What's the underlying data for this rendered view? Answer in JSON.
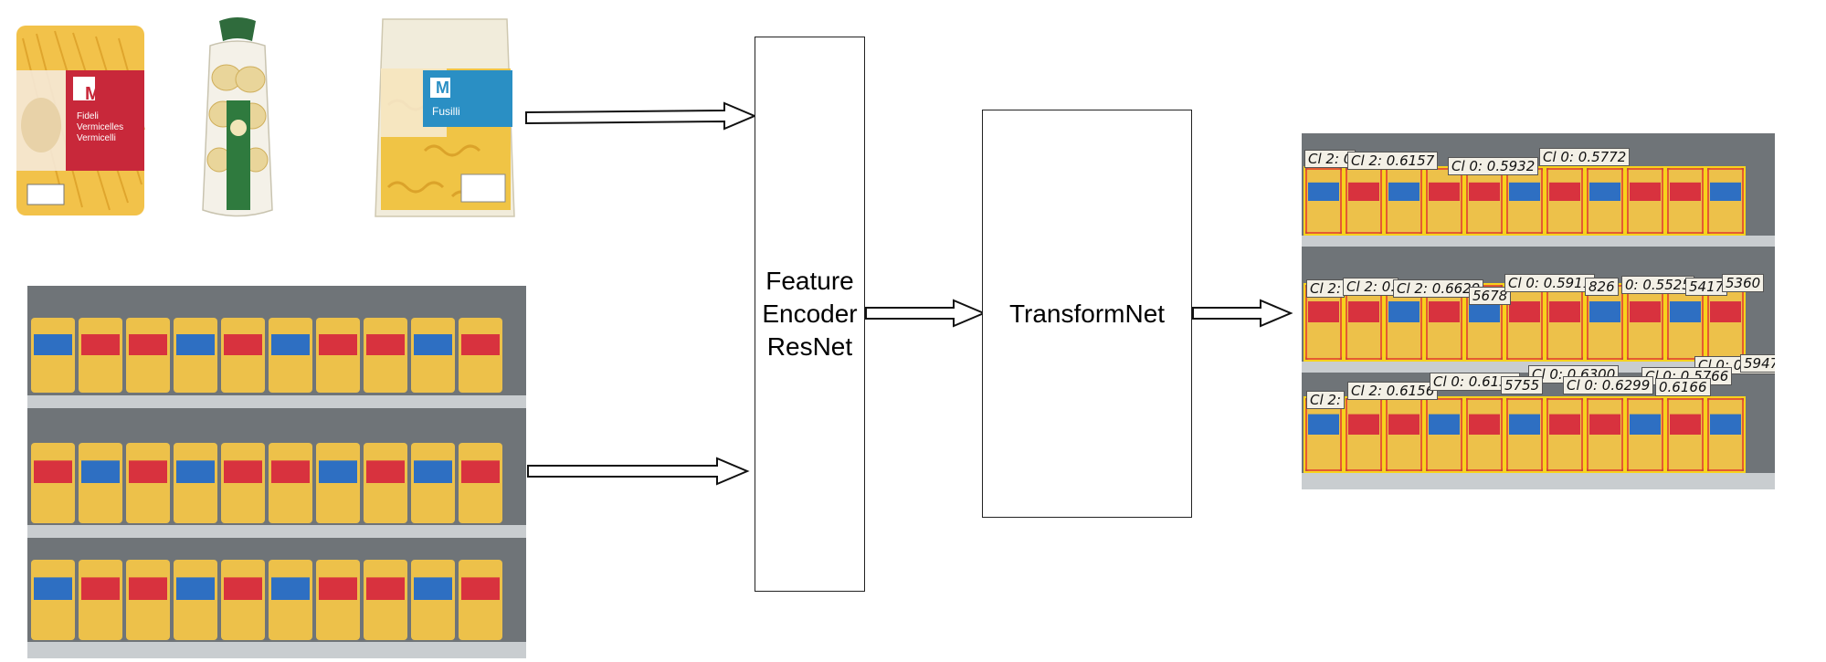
{
  "encoder": {
    "lines": [
      "Feature",
      "Encoder",
      "ResNet"
    ]
  },
  "transform": {
    "label": "TransformNet"
  },
  "query_products": [
    {
      "brand_mark": "M",
      "lines": [
        "Fideli",
        "Vermicelles",
        "Vermicelli"
      ],
      "band_color": "#c8283a"
    },
    {
      "brand_mark": "",
      "lines": [],
      "band_color": "#2f7a3e"
    },
    {
      "brand_mark": "M",
      "lines": [
        "Fusilli"
      ],
      "band_color": "#2a8fc4"
    }
  ],
  "detections": [
    "Cl 2: 0",
    "Cl 2: 0.6157",
    "Cl 0: 0.5932",
    "Cl 0: 0.5772",
    "Cl 2:",
    "Cl 2: 0.",
    "Cl 2: 0.6629",
    "5678",
    "Cl 0: 0.5911",
    "826",
    "0: 0.5525",
    "5417",
    "5360",
    "Cl 0: 0.5957",
    "5947",
    "Cl 0: 0.6300",
    "Cl 0: 0.5766",
    "Cl 2:",
    "Cl 2: 0.6156",
    "Cl 0: 0.6159",
    "5755",
    "Cl 0: 0.6299",
    "0.6166"
  ]
}
